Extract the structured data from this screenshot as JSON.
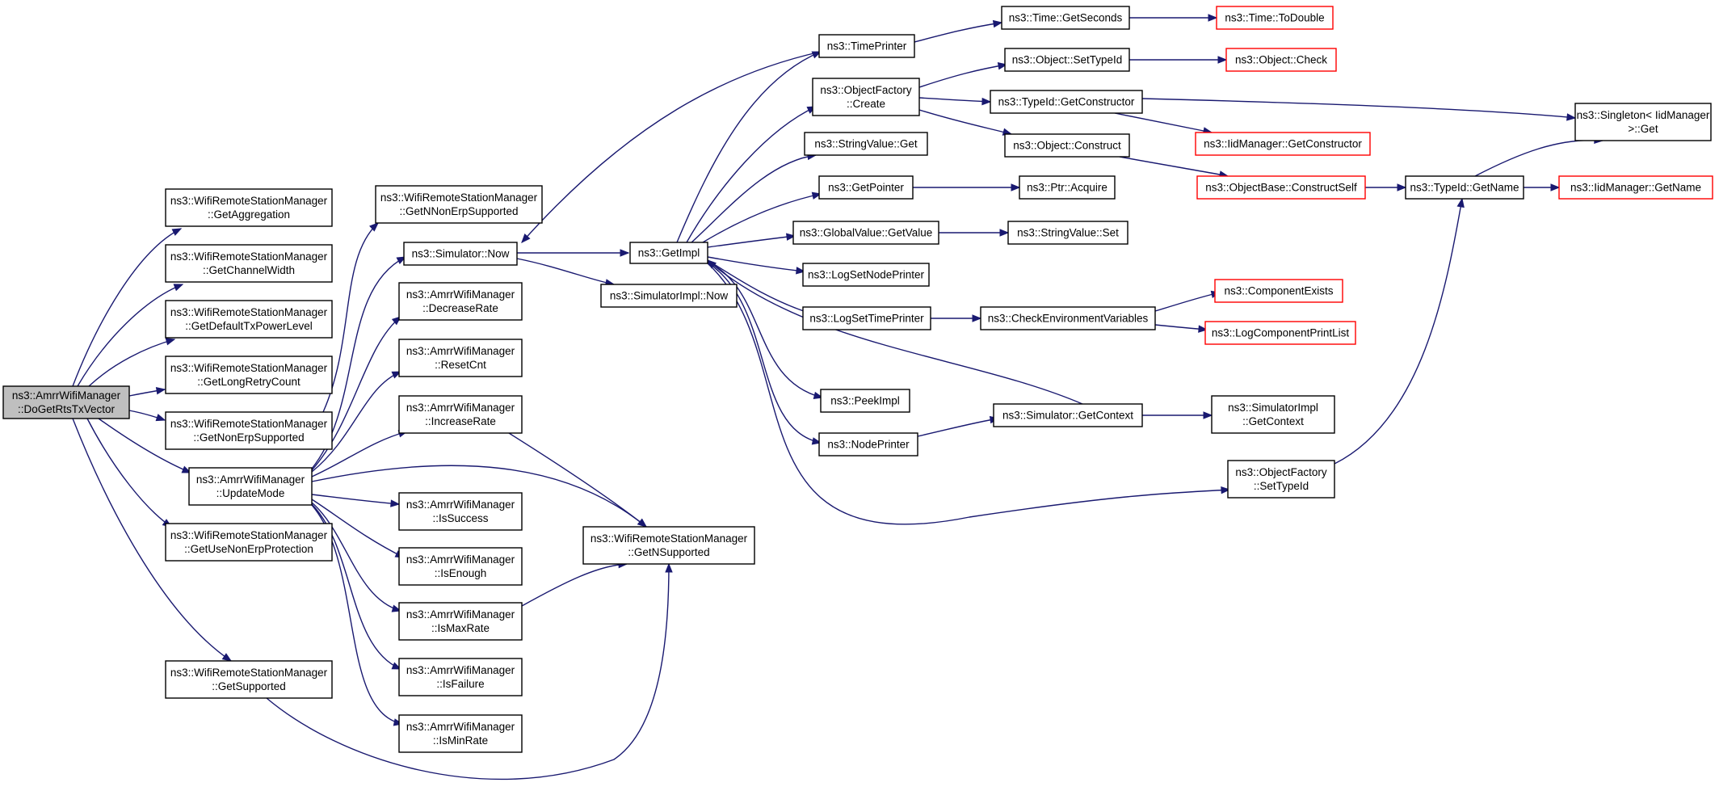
{
  "nodes": [
    {
      "id": "root",
      "lines": [
        "ns3::AmrrWifiManager",
        "::DoGetRtsTxVector"
      ],
      "kind": "root"
    },
    {
      "id": "getAggregation",
      "lines": [
        "ns3::WifiRemoteStationManager",
        "::GetAggregation"
      ],
      "kind": "normal"
    },
    {
      "id": "getChannelWidth",
      "lines": [
        "ns3::WifiRemoteStationManager",
        "::GetChannelWidth"
      ],
      "kind": "normal"
    },
    {
      "id": "getDefaultTxPowerLevel",
      "lines": [
        "ns3::WifiRemoteStationManager",
        "::GetDefaultTxPowerLevel"
      ],
      "kind": "normal"
    },
    {
      "id": "getLongRetryCount",
      "lines": [
        "ns3::WifiRemoteStationManager",
        "::GetLongRetryCount"
      ],
      "kind": "normal"
    },
    {
      "id": "getNonErpSupported",
      "lines": [
        "ns3::WifiRemoteStationManager",
        "::GetNonErpSupported"
      ],
      "kind": "normal"
    },
    {
      "id": "updateMode",
      "lines": [
        "ns3::AmrrWifiManager",
        "::UpdateMode"
      ],
      "kind": "normal"
    },
    {
      "id": "getUseNonErpProtection",
      "lines": [
        "ns3::WifiRemoteStationManager",
        "::GetUseNonErpProtection"
      ],
      "kind": "normal"
    },
    {
      "id": "getSupported",
      "lines": [
        "ns3::WifiRemoteStationManager",
        "::GetSupported"
      ],
      "kind": "normal"
    },
    {
      "id": "getNNonErpSupported",
      "lines": [
        "ns3::WifiRemoteStationManager",
        "::GetNNonErpSupported"
      ],
      "kind": "normal"
    },
    {
      "id": "simulatorNow",
      "lines": [
        "ns3::Simulator::Now"
      ],
      "kind": "normal"
    },
    {
      "id": "decreaseRate",
      "lines": [
        "ns3::AmrrWifiManager",
        "::DecreaseRate"
      ],
      "kind": "normal"
    },
    {
      "id": "resetCnt",
      "lines": [
        "ns3::AmrrWifiManager",
        "::ResetCnt"
      ],
      "kind": "normal"
    },
    {
      "id": "increaseRate",
      "lines": [
        "ns3::AmrrWifiManager",
        "::IncreaseRate"
      ],
      "kind": "normal"
    },
    {
      "id": "isSuccess",
      "lines": [
        "ns3::AmrrWifiManager",
        "::IsSuccess"
      ],
      "kind": "normal"
    },
    {
      "id": "isEnough",
      "lines": [
        "ns3::AmrrWifiManager",
        "::IsEnough"
      ],
      "kind": "normal"
    },
    {
      "id": "isMaxRate",
      "lines": [
        "ns3::AmrrWifiManager",
        "::IsMaxRate"
      ],
      "kind": "normal"
    },
    {
      "id": "isFailure",
      "lines": [
        "ns3::AmrrWifiManager",
        "::IsFailure"
      ],
      "kind": "normal"
    },
    {
      "id": "isMinRate",
      "lines": [
        "ns3::AmrrWifiManager",
        "::IsMinRate"
      ],
      "kind": "normal"
    },
    {
      "id": "getImpl",
      "lines": [
        "ns3::GetImpl"
      ],
      "kind": "normal"
    },
    {
      "id": "simulatorImplNow",
      "lines": [
        "ns3::SimulatorImpl::Now"
      ],
      "kind": "normal"
    },
    {
      "id": "getNSupported",
      "lines": [
        "ns3::WifiRemoteStationManager",
        "::GetNSupported"
      ],
      "kind": "normal"
    },
    {
      "id": "timePrinter",
      "lines": [
        "ns3::TimePrinter"
      ],
      "kind": "normal"
    },
    {
      "id": "objectFactoryCreate",
      "lines": [
        "ns3::ObjectFactory",
        "::Create"
      ],
      "kind": "normal"
    },
    {
      "id": "stringValueGet",
      "lines": [
        "ns3::StringValue::Get"
      ],
      "kind": "normal"
    },
    {
      "id": "getPointer",
      "lines": [
        "ns3::GetPointer"
      ],
      "kind": "normal"
    },
    {
      "id": "globalValueGetValue",
      "lines": [
        "ns3::GlobalValue::GetValue"
      ],
      "kind": "normal"
    },
    {
      "id": "logSetNodePrinter",
      "lines": [
        "ns3::LogSetNodePrinter"
      ],
      "kind": "normal"
    },
    {
      "id": "logSetTimePrinter",
      "lines": [
        "ns3::LogSetTimePrinter"
      ],
      "kind": "normal"
    },
    {
      "id": "peekImpl",
      "lines": [
        "ns3::PeekImpl"
      ],
      "kind": "normal"
    },
    {
      "id": "nodePrinter",
      "lines": [
        "ns3::NodePrinter"
      ],
      "kind": "normal"
    },
    {
      "id": "timeGetSeconds",
      "lines": [
        "ns3::Time::GetSeconds"
      ],
      "kind": "normal"
    },
    {
      "id": "objectSetTypeId",
      "lines": [
        "ns3::Object::SetTypeId"
      ],
      "kind": "normal"
    },
    {
      "id": "typeIdGetConstructor",
      "lines": [
        "ns3::TypeId::GetConstructor"
      ],
      "kind": "normal"
    },
    {
      "id": "objectConstruct",
      "lines": [
        "ns3::Object::Construct"
      ],
      "kind": "normal"
    },
    {
      "id": "ptrAcquire",
      "lines": [
        "ns3::Ptr::Acquire"
      ],
      "kind": "normal"
    },
    {
      "id": "stringValueSet",
      "lines": [
        "ns3::StringValue::Set"
      ],
      "kind": "normal"
    },
    {
      "id": "checkEnvVars",
      "lines": [
        "ns3::CheckEnvironmentVariables"
      ],
      "kind": "normal"
    },
    {
      "id": "simulatorGetContext",
      "lines": [
        "ns3::Simulator::GetContext"
      ],
      "kind": "normal"
    },
    {
      "id": "timeToDouble",
      "lines": [
        "ns3::Time::ToDouble"
      ],
      "kind": "truncated"
    },
    {
      "id": "objectCheck",
      "lines": [
        "ns3::Object::Check"
      ],
      "kind": "truncated"
    },
    {
      "id": "iidGetConstructor",
      "lines": [
        "ns3::IidManager::GetConstructor"
      ],
      "kind": "truncated"
    },
    {
      "id": "objectBaseConstructSelf",
      "lines": [
        "ns3::ObjectBase::ConstructSelf"
      ],
      "kind": "truncated"
    },
    {
      "id": "componentExists",
      "lines": [
        "ns3::ComponentExists"
      ],
      "kind": "truncated"
    },
    {
      "id": "logComponentPrintList",
      "lines": [
        "ns3::LogComponentPrintList"
      ],
      "kind": "truncated"
    },
    {
      "id": "simulatorImplGetContext",
      "lines": [
        "ns3::SimulatorImpl",
        "::GetContext"
      ],
      "kind": "normal"
    },
    {
      "id": "objectFactorySetTypeId",
      "lines": [
        "ns3::ObjectFactory",
        "::SetTypeId"
      ],
      "kind": "normal"
    },
    {
      "id": "typeIdGetName",
      "lines": [
        "ns3::TypeId::GetName"
      ],
      "kind": "normal"
    },
    {
      "id": "singletonGet",
      "lines": [
        "ns3::Singleton< IidManager",
        " >::Get"
      ],
      "kind": "normal"
    },
    {
      "id": "iidGetName",
      "lines": [
        "ns3::IidManager::GetName"
      ],
      "kind": "truncated"
    }
  ],
  "edges": [
    [
      "root",
      "getAggregation"
    ],
    [
      "root",
      "getChannelWidth"
    ],
    [
      "root",
      "getDefaultTxPowerLevel"
    ],
    [
      "root",
      "getLongRetryCount"
    ],
    [
      "root",
      "getNonErpSupported"
    ],
    [
      "root",
      "updateMode"
    ],
    [
      "root",
      "getUseNonErpProtection"
    ],
    [
      "root",
      "getSupported"
    ],
    [
      "getNonErpSupported",
      "getNNonErpSupported"
    ],
    [
      "updateMode",
      "simulatorNow"
    ],
    [
      "updateMode",
      "decreaseRate"
    ],
    [
      "updateMode",
      "resetCnt"
    ],
    [
      "updateMode",
      "increaseRate"
    ],
    [
      "updateMode",
      "isSuccess"
    ],
    [
      "updateMode",
      "isEnough"
    ],
    [
      "updateMode",
      "isMaxRate"
    ],
    [
      "updateMode",
      "isFailure"
    ],
    [
      "updateMode",
      "isMinRate"
    ],
    [
      "updateMode",
      "getNSupported"
    ],
    [
      "simulatorNow",
      "getImpl"
    ],
    [
      "simulatorNow",
      "simulatorImplNow"
    ],
    [
      "increaseRate",
      "getNSupported"
    ],
    [
      "isMaxRate",
      "getNSupported"
    ],
    [
      "getSupported",
      "getNSupported"
    ],
    [
      "getImpl",
      "timePrinter"
    ],
    [
      "getImpl",
      "objectFactoryCreate"
    ],
    [
      "getImpl",
      "stringValueGet"
    ],
    [
      "getImpl",
      "getPointer"
    ],
    [
      "getImpl",
      "globalValueGetValue"
    ],
    [
      "getImpl",
      "logSetNodePrinter"
    ],
    [
      "getImpl",
      "logSetTimePrinter"
    ],
    [
      "getImpl",
      "peekImpl"
    ],
    [
      "getImpl",
      "nodePrinter"
    ],
    [
      "getImpl",
      "objectFactorySetTypeId"
    ],
    [
      "timePrinter",
      "simulatorNow"
    ],
    [
      "timePrinter",
      "timeGetSeconds"
    ],
    [
      "timeGetSeconds",
      "timeToDouble"
    ],
    [
      "objectFactoryCreate",
      "objectSetTypeId"
    ],
    [
      "objectFactoryCreate",
      "typeIdGetConstructor"
    ],
    [
      "objectFactoryCreate",
      "objectConstruct"
    ],
    [
      "objectSetTypeId",
      "objectCheck"
    ],
    [
      "typeIdGetConstructor",
      "iidGetConstructor"
    ],
    [
      "typeIdGetConstructor",
      "singletonGet"
    ],
    [
      "objectConstruct",
      "objectBaseConstructSelf"
    ],
    [
      "objectBaseConstructSelf",
      "typeIdGetName"
    ],
    [
      "getPointer",
      "ptrAcquire"
    ],
    [
      "globalValueGetValue",
      "stringValueSet"
    ],
    [
      "logSetTimePrinter",
      "checkEnvVars"
    ],
    [
      "checkEnvVars",
      "componentExists"
    ],
    [
      "checkEnvVars",
      "logComponentPrintList"
    ],
    [
      "nodePrinter",
      "simulatorGetContext"
    ],
    [
      "simulatorGetContext",
      "getImpl"
    ],
    [
      "simulatorGetContext",
      "simulatorImplGetContext"
    ],
    [
      "objectFactorySetTypeId",
      "typeIdGetName"
    ],
    [
      "typeIdGetName",
      "singletonGet"
    ],
    [
      "typeIdGetName",
      "iidGetName"
    ]
  ]
}
